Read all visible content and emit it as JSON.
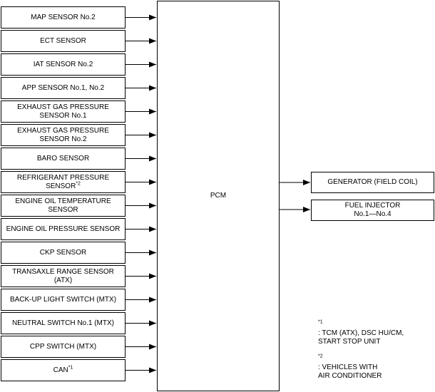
{
  "inputs": [
    {
      "line1": "MAP SENSOR No.2",
      "line2": ""
    },
    {
      "line1": "ECT SENSOR",
      "line2": ""
    },
    {
      "line1": "IAT SENSOR No.2",
      "line2": ""
    },
    {
      "line1": "APP SENSOR No.1, No.2",
      "line2": ""
    },
    {
      "line1": "EXHAUST GAS PRESSURE",
      "line2": "SENSOR No.1"
    },
    {
      "line1": "EXHAUST GAS PRESSURE",
      "line2": "SENSOR No.2"
    },
    {
      "line1": "BARO SENSOR",
      "line2": ""
    },
    {
      "line1": "REFRIGERANT PRESSURE",
      "line2": "SENSOR",
      "sup": "*2"
    },
    {
      "line1": "ENGINE OIL TEMPERATURE",
      "line2": "SENSOR"
    },
    {
      "line1": "ENGINE OIL PRESSURE SENSOR",
      "line2": ""
    },
    {
      "line1": "CKP SENSOR",
      "line2": ""
    },
    {
      "line1": "TRANSAXLE RANGE SENSOR",
      "line2": "(ATX)"
    },
    {
      "line1": "BACK-UP LIGHT SWITCH (MTX)",
      "line2": ""
    },
    {
      "line1": "NEUTRAL SWITCH No.1 (MTX)",
      "line2": ""
    },
    {
      "line1": "CPP SWITCH (MTX)",
      "line2": ""
    },
    {
      "line1": "CAN",
      "line2": "",
      "sup": "*1"
    }
  ],
  "pcm": {
    "label": "PCM"
  },
  "outputs": [
    {
      "line1": "GENERATOR (FIELD COIL)",
      "line2": ""
    },
    {
      "line1": "FUEL INJECTOR",
      "line2": "No.1—No.4"
    }
  ],
  "notes": [
    {
      "marker": "*1",
      "line1": ": TCM (ATX), DSC HU/CM,",
      "line2": "START STOP UNIT"
    },
    {
      "marker": "*2",
      "line1": ": VEHICLES WITH",
      "line2": "AIR CONDITIONER"
    }
  ]
}
